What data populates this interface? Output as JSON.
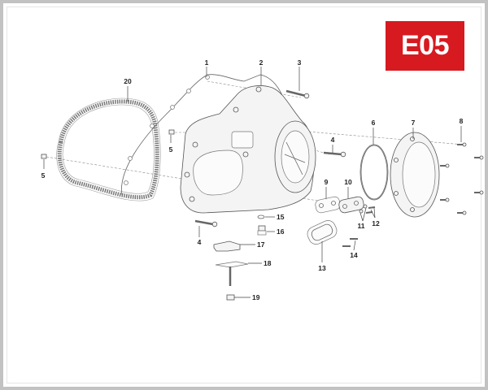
{
  "diagram": {
    "section_code": "E05",
    "badge_color": "#d71920",
    "frame_color": "#c2c2c2",
    "callouts": [
      {
        "id": "c1",
        "label": "1"
      },
      {
        "id": "c2",
        "label": "2"
      },
      {
        "id": "c3",
        "label": "3"
      },
      {
        "id": "c4a",
        "label": "4"
      },
      {
        "id": "c4b",
        "label": "4"
      },
      {
        "id": "c5a",
        "label": "5"
      },
      {
        "id": "c5b",
        "label": "5"
      },
      {
        "id": "c6",
        "label": "6"
      },
      {
        "id": "c7",
        "label": "7"
      },
      {
        "id": "c8",
        "label": "8"
      },
      {
        "id": "c9",
        "label": "9"
      },
      {
        "id": "c10",
        "label": "10"
      },
      {
        "id": "c11",
        "label": "11"
      },
      {
        "id": "c12",
        "label": "12"
      },
      {
        "id": "c13",
        "label": "13"
      },
      {
        "id": "c14",
        "label": "14"
      },
      {
        "id": "c15",
        "label": "15"
      },
      {
        "id": "c16",
        "label": "16"
      },
      {
        "id": "c17",
        "label": "17"
      },
      {
        "id": "c18",
        "label": "18"
      },
      {
        "id": "c19",
        "label": "19"
      },
      {
        "id": "c20",
        "label": "20"
      }
    ]
  }
}
